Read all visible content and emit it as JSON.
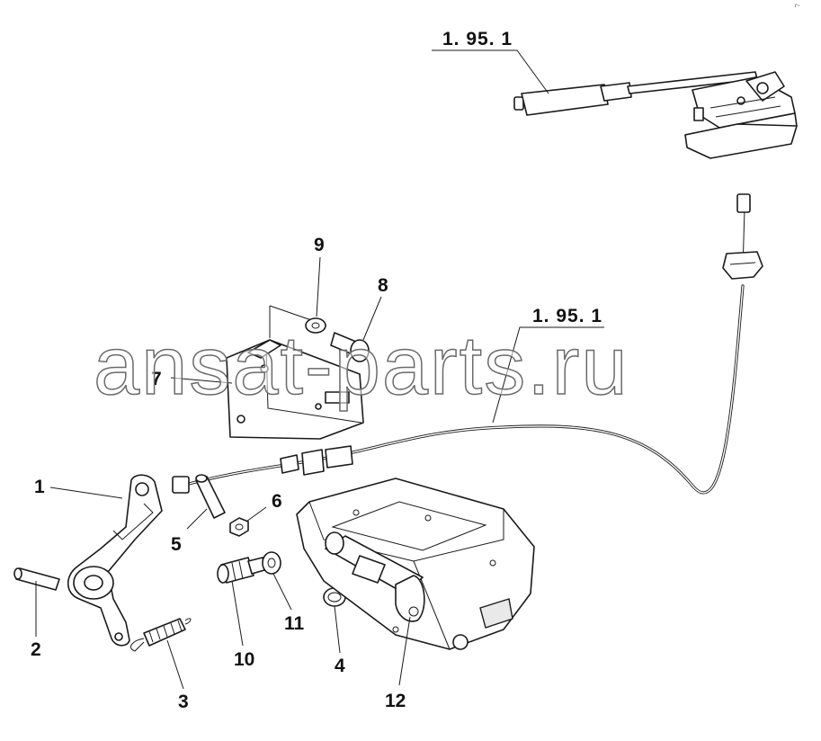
{
  "corner_mark": "r~",
  "references": {
    "top": "1. 95. 1",
    "cable": "1. 95. 1"
  },
  "callouts": {
    "c1": "1",
    "c2": "2",
    "c3": "3",
    "c4": "4",
    "c5": "5",
    "c6": "6",
    "c7": "7",
    "c8": "8",
    "c9": "9",
    "c10": "10",
    "c11": "11",
    "c12": "12"
  },
  "watermark": "ansat-parts.ru"
}
